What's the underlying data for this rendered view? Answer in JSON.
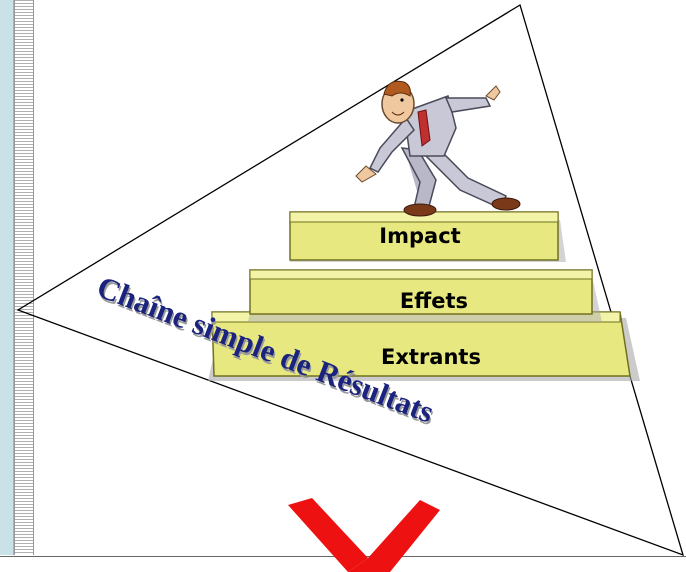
{
  "diagram": {
    "steps": [
      {
        "label": "Extrants"
      },
      {
        "label": "Effets"
      },
      {
        "label": "Impact"
      }
    ],
    "title": "Chaîne simple de Résultats",
    "colors": {
      "step_fill": "#e8e880",
      "step_side": "#b8b840",
      "title": "#1a237e",
      "check_mark": "#ee1111",
      "panel": "#c8e2e8"
    },
    "icons": [
      "businessman-climbing-stairs-icon",
      "red-check-mark-icon"
    ]
  }
}
